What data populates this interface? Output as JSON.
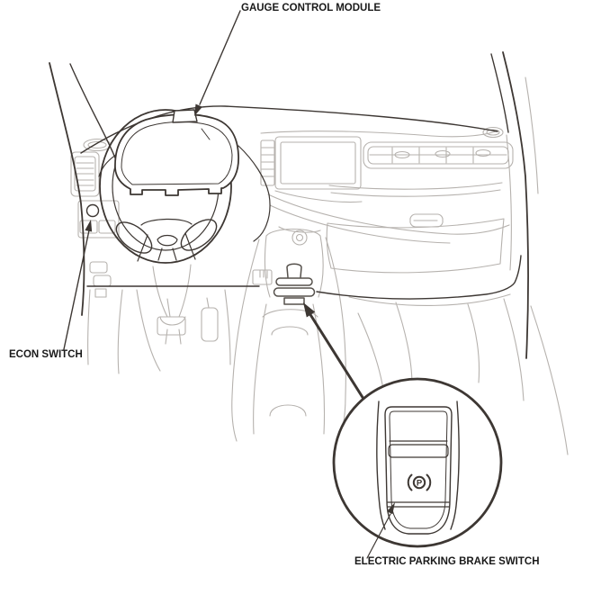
{
  "figure": {
    "type": "service-manual-interior-illustration",
    "vehicle_view": "dashboard-front"
  },
  "labels": {
    "gauge_control_module": "GAUGE CONTROL MODULE",
    "econ_switch": "ECON SWITCH",
    "electric_parking_brake_switch": "ELECTRIC PARKING BRAKE SWITCH"
  },
  "detail": {
    "parking_symbol": "P"
  },
  "colors": {
    "line_dark": "#3d3733",
    "line_mid": "#56514c",
    "line_light": "#b6b2ae",
    "text": "#1a1a1a",
    "background": "#ffffff"
  }
}
